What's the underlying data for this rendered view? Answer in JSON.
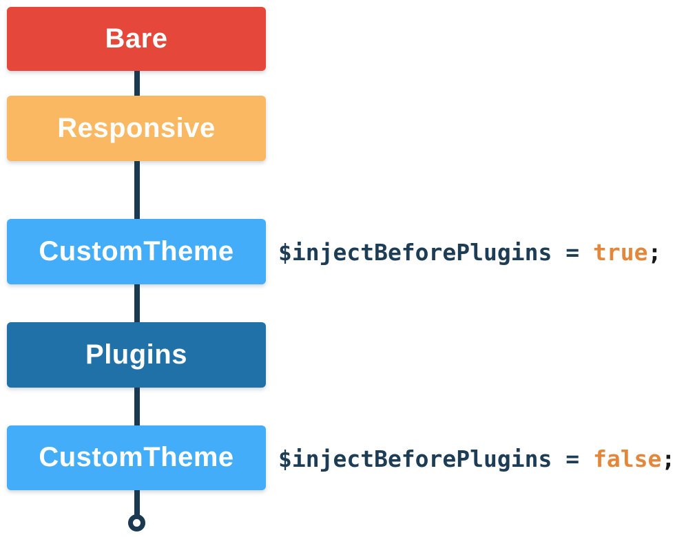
{
  "diagram": {
    "label_color": "#ffffff",
    "connector_color": "#1b3a52",
    "terminator": {
      "shape": "circle",
      "ring_color": "#1b3a52",
      "fill": "#ffffff"
    },
    "nodes": [
      {
        "label": "Bare",
        "color": "#e5483b"
      },
      {
        "label": "Responsive",
        "color": "#f9b861"
      },
      {
        "label": "CustomTheme",
        "color": "#43adf9"
      },
      {
        "label": "Plugins",
        "color": "#2171a9"
      },
      {
        "label": "CustomTheme",
        "color": "#43adf9"
      }
    ]
  },
  "annotations": [
    {
      "variable": "$injectBeforePlugins",
      "operator": " = ",
      "value": "true",
      "terminator": ";"
    },
    {
      "variable": "$injectBeforePlugins",
      "operator": " = ",
      "value": "false",
      "terminator": ";"
    }
  ],
  "code_colors": {
    "variable": "#1d3c55",
    "operator": "#1d3c55",
    "value": "#e3873c",
    "terminator": "#181818"
  }
}
